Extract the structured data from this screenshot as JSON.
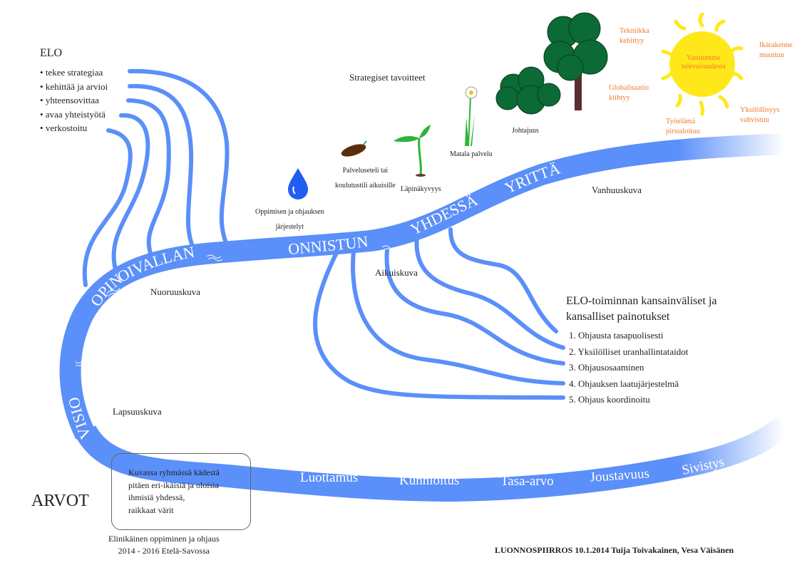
{
  "elo": {
    "title": "ELO",
    "items": [
      "tekee strategiaa",
      "kehittää ja arvioi",
      "yhteensovittaa",
      "avaa yhteistyötä",
      "verkostoitu"
    ]
  },
  "strategic_goals": {
    "title": "Strategiset tavoitteet",
    "steps": [
      {
        "icon": "water-drop-icon",
        "label_lines": [
          "Oppimisen ja ohjauksen",
          "järjestelyt"
        ]
      },
      {
        "icon": "seed-icon",
        "label_lines": [
          "Palveluseteli tai",
          "koulutustili aikuisille"
        ]
      },
      {
        "icon": "sprout-icon",
        "label_lines": [
          "Läpinäkyvyys"
        ]
      },
      {
        "icon": "flower-icon",
        "label_lines": [
          "Matala palvelu"
        ]
      },
      {
        "icon": "trees-icon",
        "label_lines": [
          "Johtajuus"
        ]
      }
    ]
  },
  "sun": {
    "center_lines": [
      "Vastuumme",
      "tulevaisuudesta"
    ],
    "trends": [
      {
        "lines": [
          "Tekniikka",
          "kehittyy"
        ]
      },
      {
        "lines": [
          "Ikärakenne",
          "muuttuu"
        ]
      },
      {
        "lines": [
          "Globalisaatio",
          "kiihtyy"
        ]
      },
      {
        "lines": [
          "Yksilöllisyys",
          "vahvistuu"
        ]
      },
      {
        "lines": [
          "Työelämä",
          "pirstaloituu"
        ]
      }
    ],
    "text_color": "#f07a2c",
    "sun_color": "#ffe81a"
  },
  "river": {
    "color": "#5b8ff9",
    "upper_words": [
      "VISIO",
      "OPIN",
      "OIVALLAN",
      "ONNISTUN",
      "YHDESSÄ",
      "YRITTÄEN"
    ],
    "lower_words": [
      "Luottamus",
      "Kunnioitus",
      "Tasa-arvo",
      "Joustavuus",
      "Sivistys"
    ]
  },
  "life_stages": {
    "childhood": "Lapsuuskuva",
    "youth": "Nuoruuskuva",
    "adult": "Aikuiskuva",
    "elderly": "Vanhuuskuva"
  },
  "priorities": {
    "title": "ELO-toiminnan kansainväliset ja kansalliset painotukset",
    "items": [
      "1. Ohjausta tasapuolisesti",
      "2. Yksilölliset uranhallintataidot",
      "3. Ohjausosaaminen",
      "4. Ohjauksen laatujärjestelmä",
      "5. Ohjaus koordinoitu"
    ]
  },
  "values_label": "ARVOT",
  "note": {
    "lines": [
      "Kuvassa ryhmässä kädestä",
      "pitäen eri-ikäisiä ja oloisia",
      "ihmisiä yhdessä,",
      "raikkaat värit"
    ]
  },
  "footer": {
    "project_lines": [
      "Elinikäinen oppiminen ja ohjaus",
      "2014 - 2016 Etelä-Savossa"
    ],
    "credit": "LUONNOSPIIRROS 10.1.2014 Tuija Toivakainen, Vesa Väisänen"
  }
}
